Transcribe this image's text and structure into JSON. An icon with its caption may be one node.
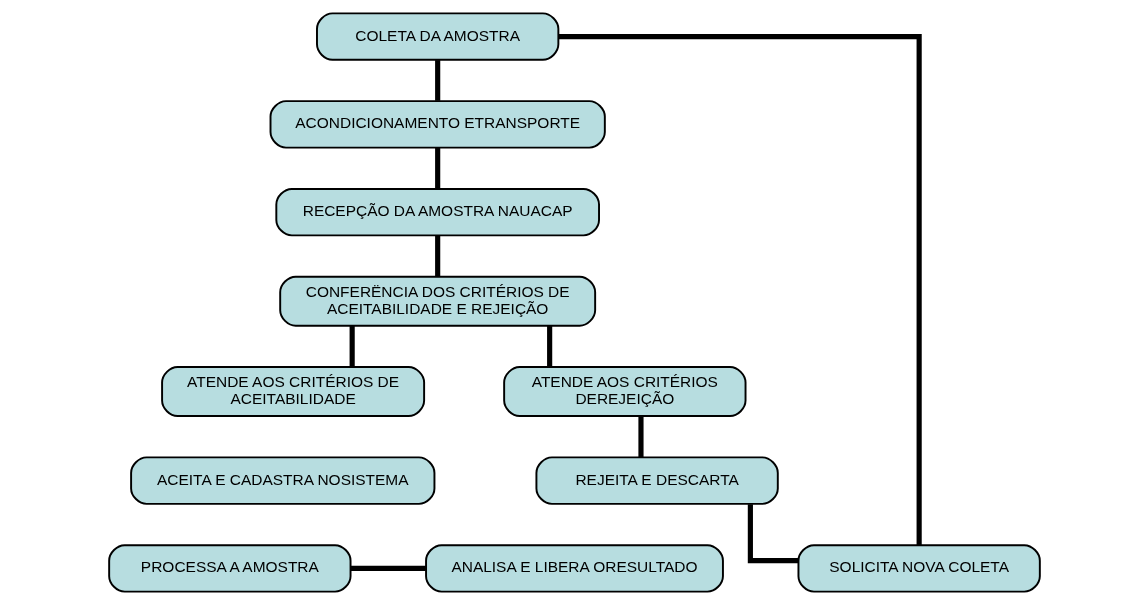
{
  "diagram": {
    "nodes": [
      {
        "text": [
          "COLETA DA AMOSTRA"
        ]
      },
      {
        "text": [
          "ACONDICIONAMENTO ETRANSPORTE"
        ]
      },
      {
        "text": [
          "RECEPÇÃO DA AMOSTRA NAUACAP"
        ]
      },
      {
        "text": [
          "CONFERËNCIA DOS CRITÉRIOS DE ACEITABILIDADE E REJEIÇÃO"
        ]
      },
      {
        "text": [
          "ATENDE AOS CRITÉRIOS DE ACEITABILIDADE"
        ]
      },
      {
        "text": [
          "ATENDE AOS CRITÉRIOS DEREJEIÇÃO"
        ]
      },
      {
        "text": [
          "ACEITA E CADASTRA NOSISTEMA"
        ]
      },
      {
        "text": [
          "REJEITA E DESCARTA"
        ]
      },
      {
        "text": [
          "PROCESSA A AMOSTRA"
        ]
      },
      {
        "text": [
          "ANALISA E LIBERA ORESULTADO"
        ]
      },
      {
        "text": [
          "SOLICITA NOVA COLETA"
        ]
      }
    ],
    "edges": [
      {
        "from": 0,
        "to": 1,
        "arrow": "none"
      },
      {
        "from": 1,
        "to": 2,
        "arrow": "none"
      },
      {
        "from": 2,
        "to": 3,
        "arrow": "none"
      },
      {
        "from": 3,
        "to": 4,
        "arrow": "none"
      },
      {
        "from": 3,
        "to": 5,
        "arrow": "none"
      },
      {
        "from": 5,
        "to": 7,
        "arrow": "none"
      },
      {
        "from": 7,
        "to": 10,
        "arrow": "none"
      },
      {
        "from": 8,
        "to": 9,
        "arrow": "none"
      },
      {
        "from": 10,
        "to": 0,
        "arrow": "none"
      }
    ]
  }
}
